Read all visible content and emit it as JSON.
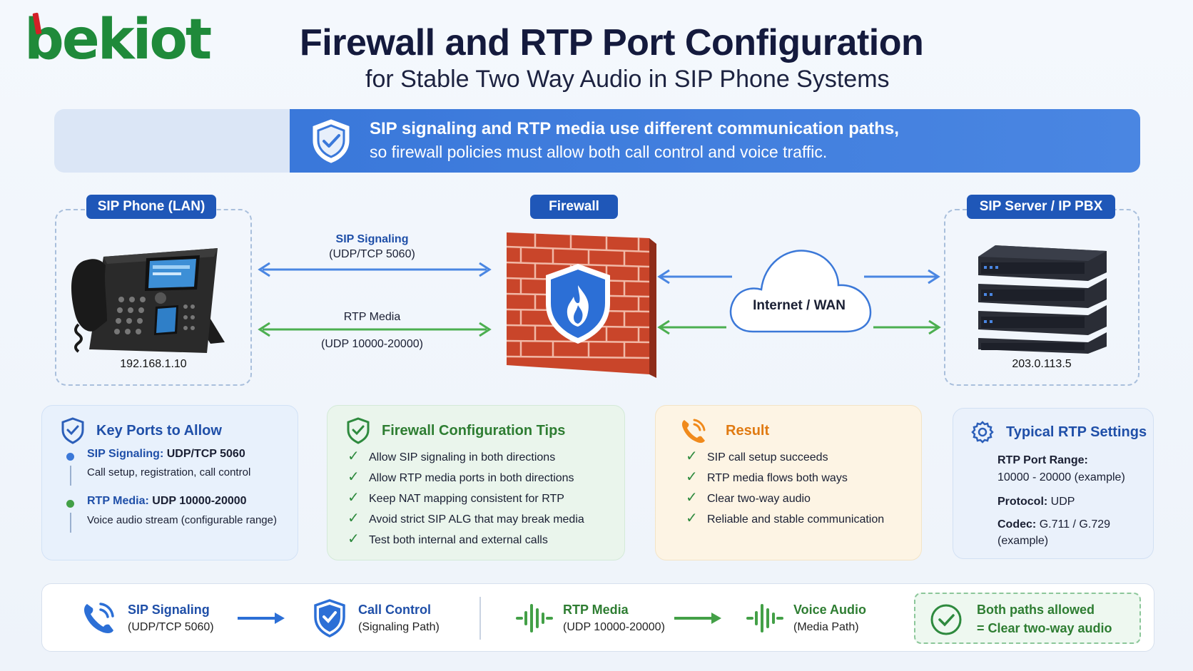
{
  "brand": {
    "logo_text": "bekiot"
  },
  "header": {
    "title": "Firewall and RTP Port Configuration",
    "subtitle": "for Stable Two Way Audio in SIP Phone Systems"
  },
  "banner": {
    "line1": "SIP signaling and RTP media use different communication paths,",
    "line2": "so firewall policies must allow both call control and voice traffic.",
    "icon": "shield-check-icon"
  },
  "diagram": {
    "phone": {
      "label": "SIP Phone (LAN)",
      "ip": "192.168.1.10"
    },
    "firewall": {
      "label": "Firewall"
    },
    "server": {
      "label": "SIP Server / IP PBX",
      "ip": "203.0.113.5"
    },
    "cloud": {
      "label": "Internet / WAN"
    },
    "sip_flow": {
      "label": "SIP Signaling",
      "ports": "(UDP/TCP 5060)"
    },
    "rtp_flow": {
      "label": "RTP Media",
      "ports": "(UDP 10000-20000)"
    }
  },
  "cards": {
    "key_ports": {
      "title": "Key Ports to Allow",
      "items": [
        {
          "label": "SIP Signaling:",
          "value": "UDP/TCP 5060",
          "desc": "Call setup, registration, call control"
        },
        {
          "label": "RTP Media:",
          "value": "UDP 10000-20000",
          "desc": "Voice audio stream (configurable range)"
        }
      ]
    },
    "tips": {
      "title": "Firewall Configuration Tips",
      "items": [
        "Allow SIP signaling in both directions",
        "Allow RTP media ports in both directions",
        "Keep NAT mapping consistent for RTP",
        "Avoid strict SIP ALG that may break media",
        "Test both internal and external calls"
      ]
    },
    "result": {
      "title": "Result",
      "items": [
        "SIP call setup succeeds",
        "RTP media flows both ways",
        "Clear two-way audio",
        "Reliable and stable communication"
      ]
    },
    "rtp_settings": {
      "title": "Typical RTP Settings",
      "port_range_label": "RTP Port Range:",
      "port_range_value": "10000 - 20000 (example)",
      "protocol_label": "Protocol:",
      "protocol_value": "UDP",
      "codec_label": "Codec:",
      "codec_value": "G.711 / G.729",
      "codec_note": "(example)"
    }
  },
  "strip": {
    "sip": {
      "title": "SIP Signaling",
      "sub": "(UDP/TCP 5060)"
    },
    "call_control": {
      "title": "Call Control",
      "sub": "(Signaling Path)"
    },
    "rtp": {
      "title": "RTP Media",
      "sub": "(UDP 10000-20000)"
    },
    "voice": {
      "title": "Voice Audio",
      "sub": "(Media Path)"
    },
    "result": {
      "line1": "Both paths allowed",
      "line2": "= Clear two-way audio"
    }
  },
  "colors": {
    "blue": "#3b78d8",
    "navy": "#1f57b8",
    "green": "#43a047",
    "orange": "#f08a1c",
    "brand_green": "#1f8a3a",
    "brand_red": "#d32027"
  }
}
